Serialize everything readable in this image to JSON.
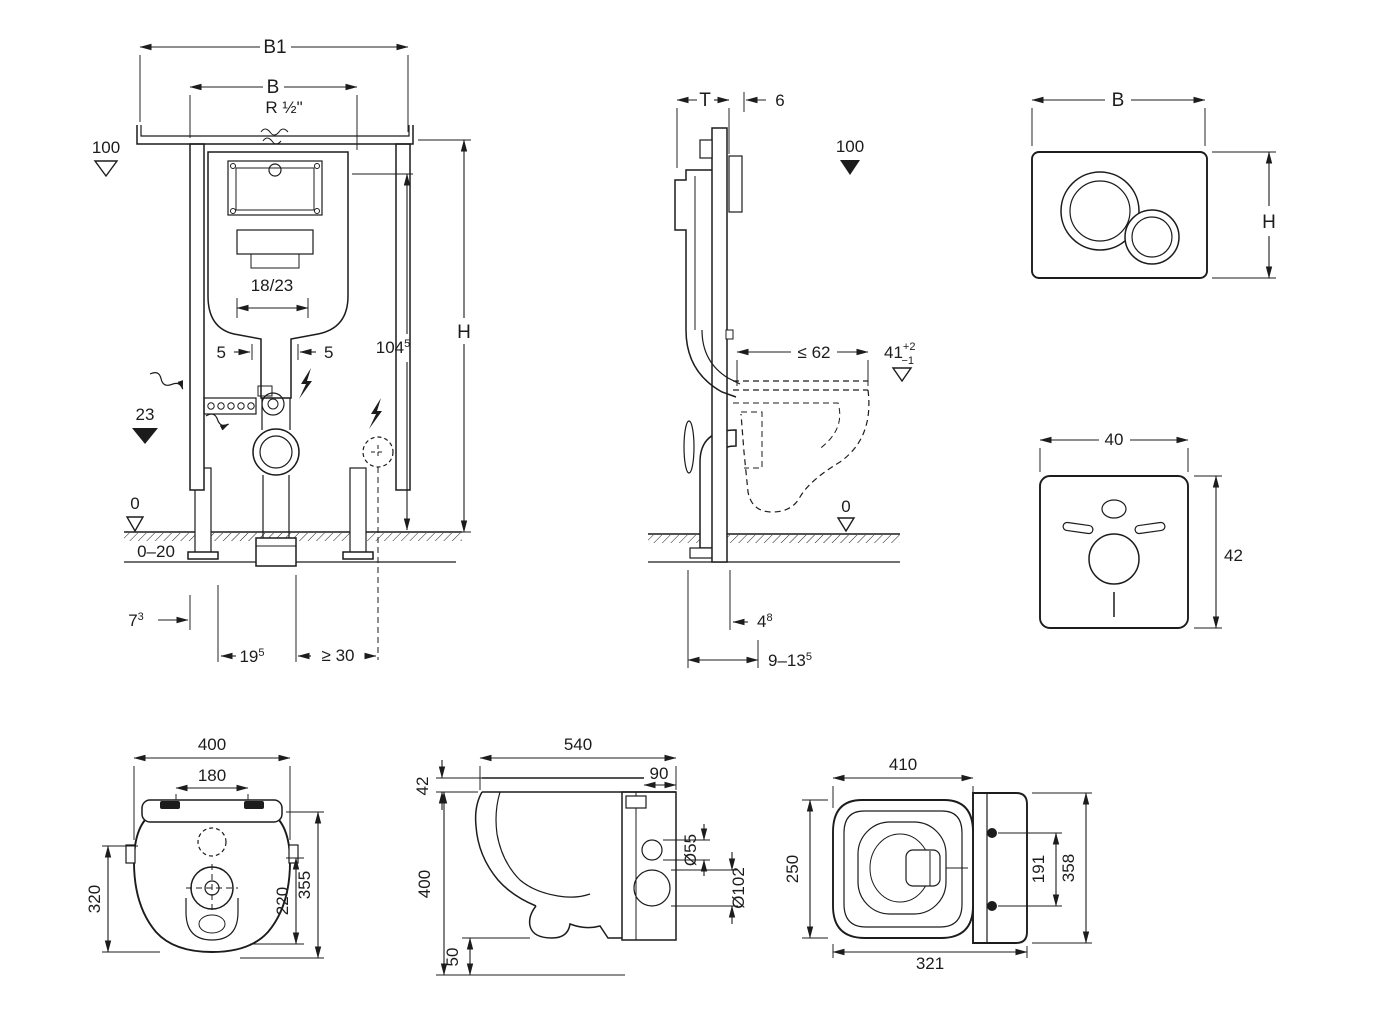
{
  "palette": {
    "ink": "#1c1c1c",
    "paper": "#ffffff"
  },
  "front_view": {
    "width_total": "B1",
    "width_frame": "B",
    "supply_thread": "R ½\"",
    "supply_height": "100",
    "flush_pipe_offset": "18/23",
    "offset_left": "5",
    "offset_right": "5",
    "drain_height": "23",
    "frame_height": "104",
    "frame_height_sup": "5",
    "height_letter": "H",
    "floor_zero": "0",
    "floor_adjust": "0–20",
    "side_offset": "7",
    "side_offset_sup": "3",
    "drain_offset": "19",
    "drain_offset_sup": "5",
    "socket_clearance": "≥ 30"
  },
  "side_view": {
    "depth_letter": "T",
    "plate_thickness": "6",
    "supply_height": "100",
    "bowl_depth": "≤ 62",
    "rim_height": "41",
    "rim_tol_plus": "+2",
    "rim_tol_minus": "−1",
    "floor_zero": "0",
    "front_offset": "4",
    "front_offset_sup": "8",
    "pipe_range": "9–13",
    "pipe_range_sup": "5"
  },
  "flush_plate": {
    "width_letter": "B",
    "height_letter": "H"
  },
  "sound_pad": {
    "width": "40",
    "height": "42"
  },
  "bowl_top_view": {
    "width": "400",
    "hinge_spacing": "180",
    "depth_inner": "320",
    "depth_front": "220",
    "depth_total": "355"
  },
  "bowl_side_view": {
    "length": "540",
    "seat_height": "42",
    "rear_gap": "90",
    "drain_small": "Ø55",
    "drain_large": "Ø102",
    "height": "400",
    "spout_height": "50"
  },
  "bowl_rear_view": {
    "width": "410",
    "bowl_width": "250",
    "bolt_spacing": "191",
    "width_total": "358",
    "length": "321"
  }
}
